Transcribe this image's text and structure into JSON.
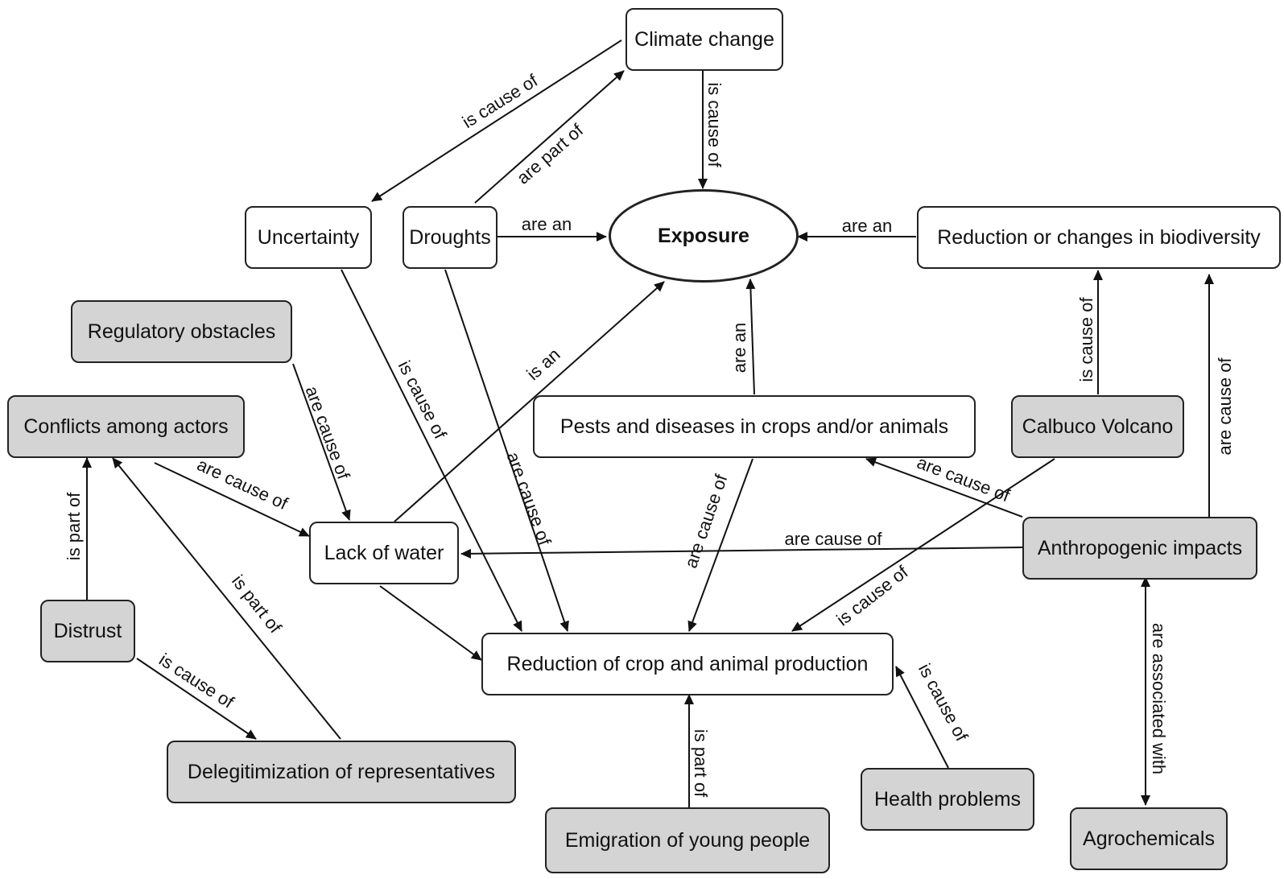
{
  "nodes": {
    "climate_change": "Climate change",
    "exposure": "Exposure",
    "uncertainty": "Uncertainty",
    "droughts": "Droughts",
    "biodiversity": "Reduction or changes in biodiversity",
    "regulatory_obstacles": "Regulatory obstacles",
    "conflicts": "Conflicts among actors",
    "pests": "Pests and diseases in crops and/or animals",
    "calbuco": "Calbuco Volcano",
    "lack_of_water": "Lack of water",
    "anthropogenic": "Anthropogenic impacts",
    "distrust": "Distrust",
    "reduction_production": "Reduction of crop and animal production",
    "delegitimization": "Delegitimization of representatives",
    "health": "Health problems",
    "emigration": "Emigration of young people",
    "agrochemicals": "Agrochemicals"
  },
  "edge_labels": {
    "cc_uncertainty": "is cause of",
    "droughts_cc": "are part of",
    "cc_exposure": "is cause of",
    "droughts_exposure": "are an",
    "biodiv_exposure": "are an",
    "uncert_reduction": "is cause of",
    "droughts_reduction": "are cause of",
    "water_exposure": "is an",
    "pests_exposure": "are an",
    "regulatory_water": "are cause of",
    "conflicts_water": "are cause of",
    "calbuco_biodiv": "is cause of",
    "anthro_biodiv": "are cause of",
    "anthro_pests": "are cause of",
    "anthro_water": "are cause of",
    "pests_reduction": "are cause of",
    "calbuco_reduction": "is cause of",
    "distrust_conflicts": "is part of",
    "deleg_conflicts": "is part of",
    "distrust_deleg": "is cause of",
    "emigration_reduction": "is part of",
    "health_reduction": "is cause of",
    "anthro_agro": "are associated with"
  }
}
